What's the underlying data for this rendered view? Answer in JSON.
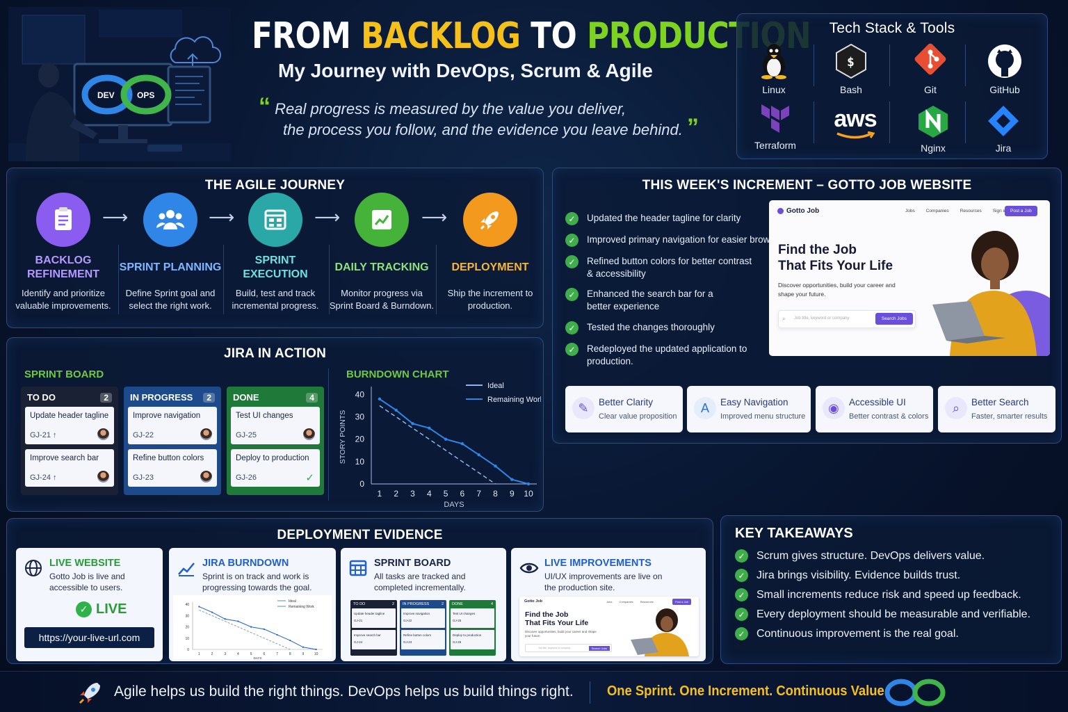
{
  "hero": {
    "title_1": "FROM ",
    "title_2": "BACKLOG",
    "title_3": " TO ",
    "title_4": "PRODUCTION",
    "subtitle": "My Journey with DevOps, Scrum & Agile",
    "quote_line1": "Real progress is measured by the value you deliver,",
    "quote_line2": "the process you follow, and the evidence you leave behind.",
    "illus_dev": "DEV",
    "illus_ops": "OPS"
  },
  "tech": {
    "title": "Tech Stack & Tools",
    "items": [
      "Linux",
      "Bash",
      "Git",
      "GitHub",
      "Terraform",
      "aws",
      "Nginx",
      "Jira"
    ],
    "aws_logo_text": "aws"
  },
  "agile": {
    "title": "THE AGILE JOURNEY",
    "steps": [
      {
        "name": "BACKLOG REFINEMENT",
        "desc": "Identify and prioritize valuable improvements.",
        "color": "#8a5cf0"
      },
      {
        "name": "SPRINT PLANNING",
        "desc": "Define Sprint goal and select the right work.",
        "color": "#2f86e6"
      },
      {
        "name": "SPRINT EXECUTION",
        "desc": "Build, test and track incremental progress.",
        "color": "#2aa8a8"
      },
      {
        "name": "DAILY TRACKING",
        "desc": "Monitor progress via Sprint Board & Burndown.",
        "color": "#45b33a"
      },
      {
        "name": "DEPLOYMENT",
        "desc": "Ship the increment to production.",
        "color": "#f39a1e"
      }
    ]
  },
  "jira": {
    "title": "JIRA IN ACTION",
    "board_title": "SPRINT BOARD",
    "columns": [
      {
        "name": "TO DO",
        "count": "2",
        "cards": [
          {
            "title": "Update header tagline",
            "id": "GJ-21 ↑"
          },
          {
            "title": "Improve search bar",
            "id": "GJ-24 ↑"
          }
        ]
      },
      {
        "name": "IN PROGRESS",
        "count": "2",
        "cards": [
          {
            "title": "Improve navigation",
            "id": "GJ-22"
          },
          {
            "title": "Refine button colors",
            "id": "GJ-23"
          }
        ]
      },
      {
        "name": "DONE",
        "count": "4",
        "cards": [
          {
            "title": "Test UI changes",
            "id": "GJ-25"
          },
          {
            "title": "Deploy to production",
            "id": "GJ-26"
          }
        ]
      }
    ],
    "burndown_title": "BURNDOWN CHART"
  },
  "chart_data": {
    "type": "line",
    "title": "BURNDOWN CHART",
    "xlabel": "DAYS",
    "ylabel": "STORY POINTS",
    "x": [
      1,
      2,
      3,
      4,
      5,
      6,
      7,
      8,
      9,
      10
    ],
    "xlim": [
      0.5,
      10.5
    ],
    "ylim": [
      0,
      42
    ],
    "yticks": [
      0,
      10,
      20,
      30,
      40
    ],
    "series": [
      {
        "name": "Ideal",
        "x": [
          1,
          8
        ],
        "values": [
          35,
          0
        ],
        "style": "dashed",
        "color": "#8fb3ea"
      },
      {
        "name": "Remaining Work",
        "x": [
          1,
          2,
          3,
          4,
          5,
          6,
          7,
          8,
          9,
          10
        ],
        "values": [
          38,
          33,
          27,
          25,
          20,
          18,
          13,
          8,
          2,
          0
        ],
        "style": "solid",
        "color": "#2f86e6"
      }
    ],
    "legend": "top-right",
    "grid": false
  },
  "increment": {
    "title": "THIS WEEK'S INCREMENT – GOTTO JOB WEBSITE",
    "checks": [
      "Updated the header tagline for clarity",
      "Improved primary navigation for easier browsing",
      "Refined button colors for better contrast & accessibility",
      "Enhanced the search bar for a better experience",
      "Tested the changes thoroughly",
      "Redeployed the updated application to production."
    ],
    "site": {
      "logo": "Gotto Job",
      "nav": [
        "Jobs",
        "Companies",
        "Resources",
        "Sign in"
      ],
      "cta": "Post a Job",
      "headline_1": "Find the Job",
      "headline_2": "That Fits Your Life",
      "sub": "Discover opportunities, build your career and shape your future.",
      "search_placeholder": "Job title, keyword or company",
      "search_button": "Search Jobs"
    },
    "features": [
      {
        "title": "Better Clarity",
        "sub": "Clear value proposition",
        "icon": "✎"
      },
      {
        "title": "Easy Navigation",
        "sub": "Improved menu structure",
        "icon": "A"
      },
      {
        "title": "Accessible UI",
        "sub": "Better contrast & colors",
        "icon": "◉"
      },
      {
        "title": "Better Search",
        "sub": "Faster, smarter results",
        "icon": "⌕"
      }
    ]
  },
  "evidence": {
    "title": "DEPLOYMENT EVIDENCE",
    "cards": [
      {
        "title": "LIVE WEBSITE",
        "desc": "Gotto Job is live and accessible to users.",
        "color": "#2a9a3a"
      },
      {
        "title": "JIRA BURNDOWN",
        "desc": "Sprint is on track and work is progressing towards the goal.",
        "color": "#2060c8"
      },
      {
        "title": "SPRINT BOARD",
        "desc": "All tasks are tracked and completed incrementally.",
        "color": "#2060c8"
      },
      {
        "title": "LIVE IMPROVEMENTS",
        "desc": "UI/UX improvements are live on the production site.",
        "color": "#2060c8"
      }
    ],
    "live_label": "LIVE",
    "url": "https://your-live-url.com",
    "mini_legend": [
      "Ideal",
      "Remaining Work"
    ],
    "mini_xlabel": "DAYS",
    "mini_x": [
      "1",
      "2",
      "3",
      "4",
      "5",
      "6",
      "7",
      "8",
      "9",
      "10"
    ],
    "mini_y": [
      "40",
      "30",
      "20",
      "10",
      "0"
    ],
    "mini_board_cols": [
      {
        "name": "TO DO",
        "count": "2",
        "cards": [
          {
            "title": "Update header tagline",
            "id": "GJ-21"
          },
          {
            "title": "Improve search bar",
            "id": "GJ-24"
          }
        ]
      },
      {
        "name": "IN PROGRESS",
        "count": "2",
        "cards": [
          {
            "title": "Improve navigation",
            "id": "GJ-22"
          },
          {
            "title": "Refine button colors",
            "id": "GJ-23"
          }
        ]
      },
      {
        "name": "DONE",
        "count": "4",
        "cards": [
          {
            "title": "Test UI changes",
            "id": "GJ-25"
          },
          {
            "title": "Deploy to production",
            "id": "GJ-26"
          }
        ]
      }
    ],
    "mini_site": {
      "logo": "Gotto Job",
      "nav": [
        "Jobs",
        "Companies",
        "Resources"
      ],
      "cta": "Post a Job",
      "headline_1": "Find the Job",
      "headline_2": "That Fits Your Life",
      "sub": "Discover opportunities, build your career and shape your future.",
      "search_placeholder": "Job title, keyword or company",
      "search_button": "Search Jobs"
    }
  },
  "takeaways": {
    "title": "KEY TAKEAWAYS",
    "items": [
      "Scrum gives structure. DevOps delivers value.",
      "Jira brings visibility. Evidence builds trust.",
      "Small increments reduce risk and speed up feedback.",
      "Every deployment should be measurable and verifiable.",
      "Continuous improvement is the real goal."
    ]
  },
  "footer": {
    "left": "Agile helps us build the right things. DevOps helps us build things right.",
    "right": "One Sprint. One Increment. Continuous Value."
  }
}
